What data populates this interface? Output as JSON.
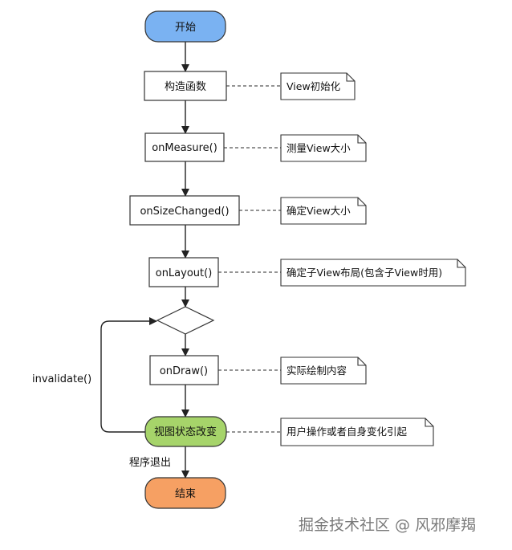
{
  "nodes": {
    "start": "开始",
    "constructor": "构造函数",
    "on_measure": "onMeasure()",
    "on_size_changed": "onSizeChanged()",
    "on_layout": "onLayout()",
    "on_draw": "onDraw()",
    "state_change": "视图状态改变",
    "end": "结束"
  },
  "notes": {
    "constructor": "View初始化",
    "on_measure": "测量View大小",
    "on_size_changed": "确定View大小",
    "on_layout": "确定子View布局(包含子View时用)",
    "on_draw": "实际绘制内容",
    "state_change": "用户操作或者自身变化引起"
  },
  "edge_labels": {
    "invalidate": "invalidate()",
    "exit": "程序退出"
  },
  "watermark": "掘金技术社区 @ 风邪摩羯",
  "colors": {
    "start_fill": "#7ab2f2",
    "state_fill": "#a6d46a",
    "end_fill": "#f6a063",
    "stroke": "#333333"
  }
}
